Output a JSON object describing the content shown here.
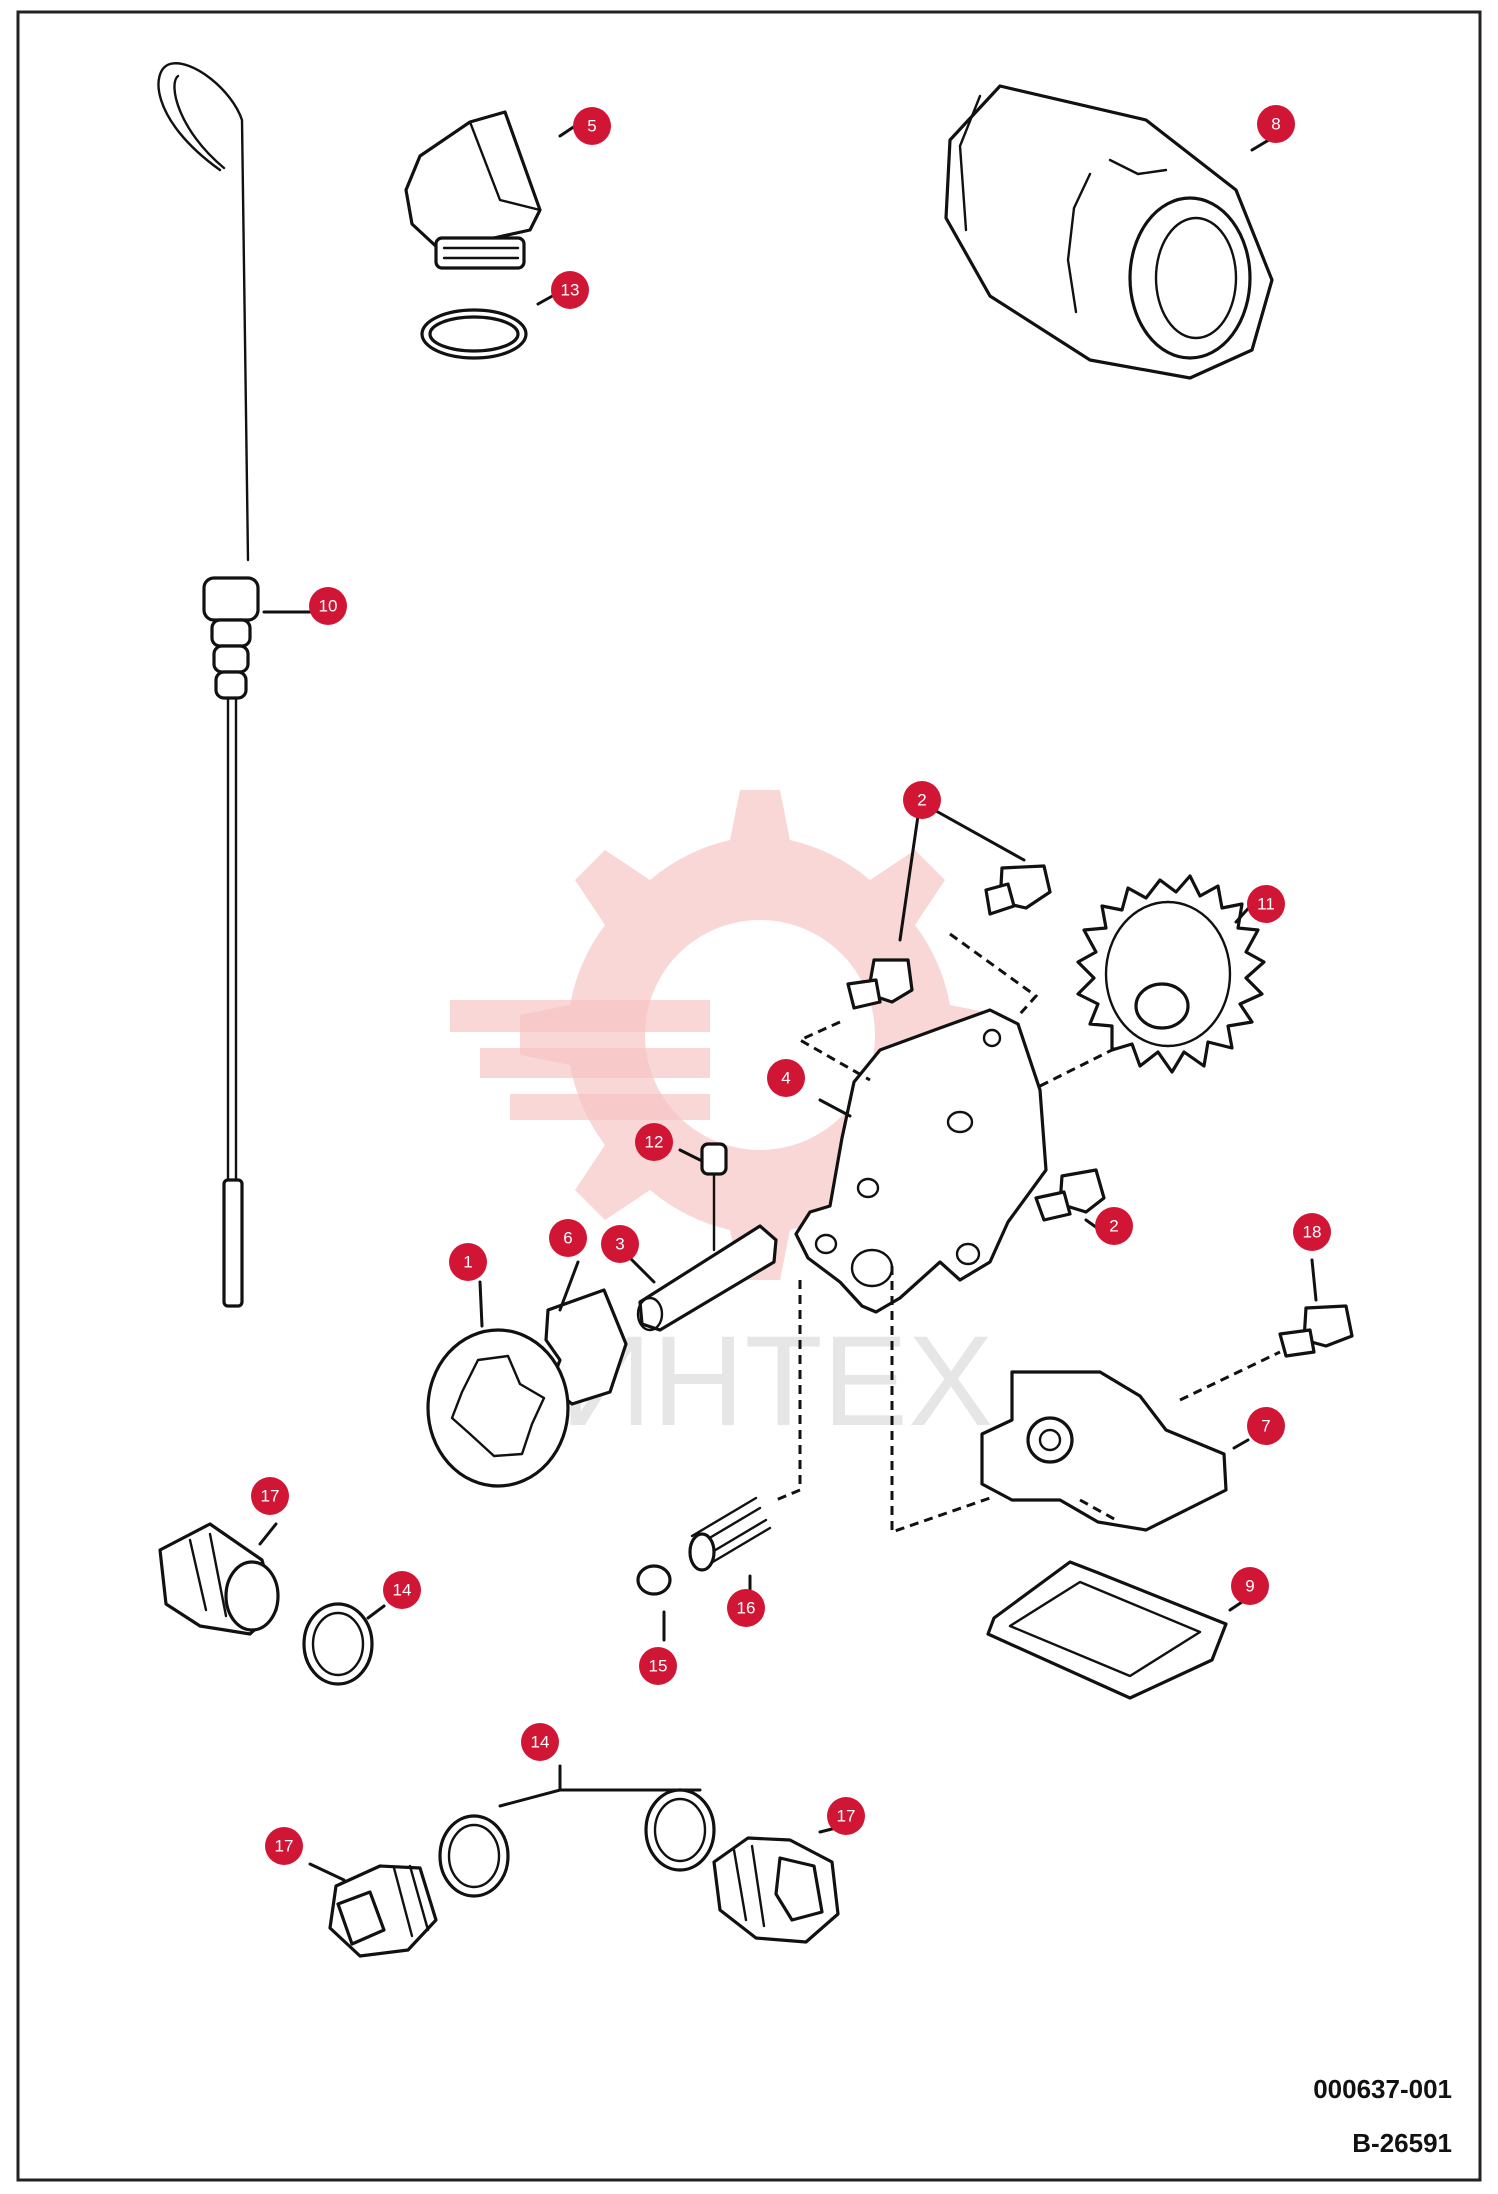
{
  "watermark": {
    "text": "ИНТЕХ",
    "color": "#f6c2c2"
  },
  "badge_color": "#d11535",
  "callouts": [
    "1",
    "2",
    "2",
    "3",
    "4",
    "5",
    "6",
    "7",
    "8",
    "9",
    "10",
    "11",
    "12",
    "13",
    "14",
    "14",
    "15",
    "16",
    "17",
    "17",
    "17",
    "18"
  ],
  "codes": {
    "figure": "000637-001",
    "drawing": "B-26591"
  }
}
